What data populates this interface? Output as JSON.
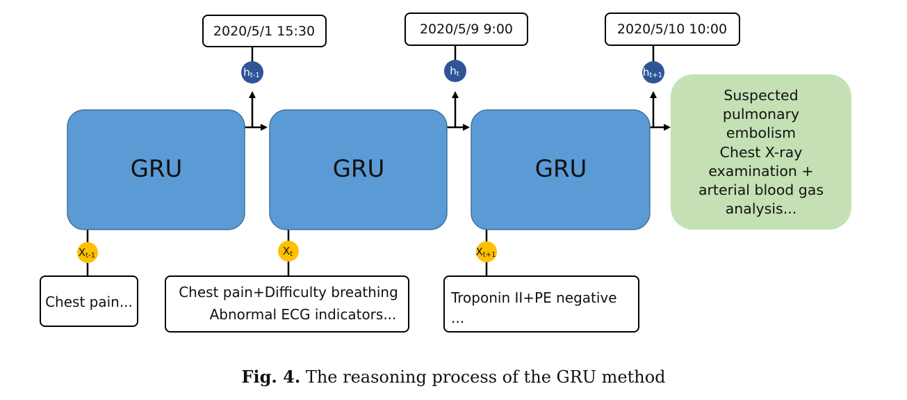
{
  "colors": {
    "gru_fill": "#5b9bd5",
    "gru_stroke": "#41719c",
    "output_fill": "#c5e0b4",
    "hidden_node": "#2f5597",
    "input_node": "#ffc000",
    "line": "#000000"
  },
  "gru_units": [
    {
      "label": "GRU",
      "timestamp": "2020/5/1 15:30",
      "hidden": {
        "base": "h",
        "sub": "t-1"
      },
      "input": {
        "base": "X",
        "sub": "t-1"
      },
      "input_text": [
        "Chest pain..."
      ]
    },
    {
      "label": "GRU",
      "timestamp": "2020/5/9 9:00",
      "hidden": {
        "base": "h",
        "sub": "t"
      },
      "input": {
        "base": "X",
        "sub": "t"
      },
      "input_text": [
        "Chest pain+Difficulty breathing",
        "Abnormal ECG indicators..."
      ]
    },
    {
      "label": "GRU",
      "timestamp": "2020/5/10 10:00",
      "hidden": {
        "base": "h",
        "sub": "t+1"
      },
      "input": {
        "base": "X",
        "sub": "t+1"
      },
      "input_text": [
        "Troponin II+PE negative",
        "..."
      ]
    }
  ],
  "output_box": {
    "lines": [
      "Suspected",
      "pulmonary",
      "embolism",
      "Chest X-ray",
      "examination +",
      "arterial blood gas",
      "analysis..."
    ]
  },
  "caption": {
    "prefix": "Fig. 4.",
    "text": "The reasoning process of the GRU method"
  }
}
